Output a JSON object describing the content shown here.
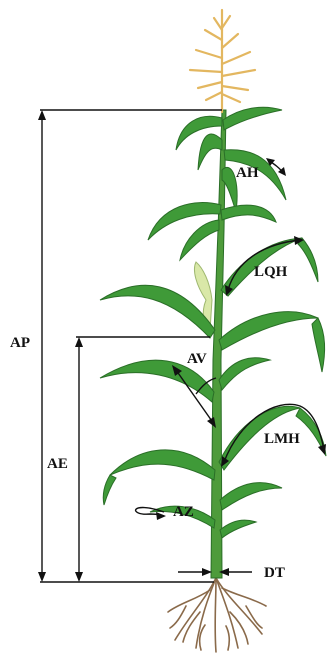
{
  "labels": {
    "ap": "AP",
    "ae": "AE",
    "ah": "AH",
    "lqh": "LQH",
    "av": "AV",
    "lmh": "LMH",
    "az": "AZ",
    "dt": "DT"
  },
  "colors": {
    "leaf": "#3f9a38",
    "leaf_dark": "#2a6e27",
    "stalk": "#4e9b3b",
    "tassel": "#e3b760",
    "ear": "#d9e8a8",
    "root": "#8a6a4a",
    "line": "#111111"
  }
}
